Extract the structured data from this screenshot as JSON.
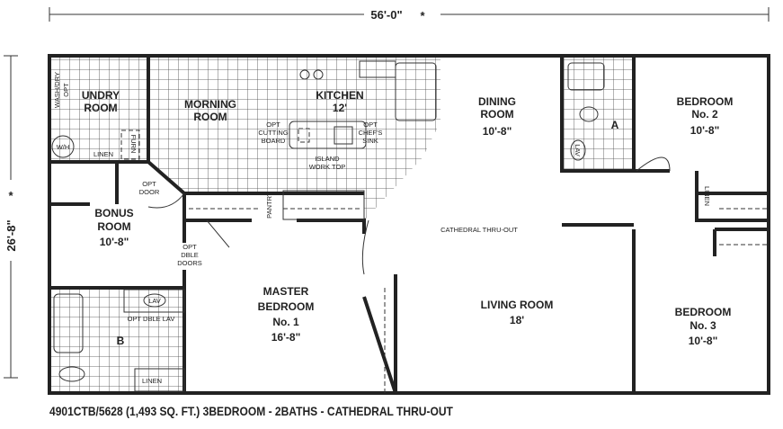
{
  "dimensions": {
    "width": "56'-0\"",
    "depth": "26'-8\"",
    "marker": "*"
  },
  "rooms": {
    "laundry": {
      "name": "UNDRY",
      "name2": "ROOM",
      "washer": "WASH/DRY",
      "washer2": "OPT",
      "wh": "W/H",
      "linen": "LINEN",
      "furn": "FURN"
    },
    "morning": {
      "name": "MORNING",
      "name2": "ROOM"
    },
    "kitchen": {
      "name": "KITCHEN",
      "size": "12'",
      "cutting": [
        "OPT",
        "CUTTING",
        "BOARD"
      ],
      "sink": [
        "OPT",
        "CHEF'S",
        "SINK"
      ],
      "island": [
        "ISLAND",
        "WORK TOP"
      ],
      "pantry": "PANTRY"
    },
    "dining": {
      "name": "DINING",
      "name2": "ROOM",
      "size": "10'-8\""
    },
    "bath_a": {
      "name": "A",
      "lav": "LAV"
    },
    "bedroom2": {
      "name": "BEDROOM",
      "num": "No. 2",
      "size": "10'-8\"",
      "linen": "LINEN"
    },
    "bonus": {
      "name": "BONUS",
      "name2": "ROOM",
      "size": "10'-8\"",
      "opt_door": [
        "OPT",
        "DOOR"
      ],
      "dble_doors": [
        "OPT",
        "DBLE",
        "DOORS"
      ]
    },
    "cathedral": "CATHEDRAL THRU-OUT",
    "master": {
      "name": "MASTER",
      "name2": "BEDROOM",
      "num": "No. 1",
      "size": "16'-8\""
    },
    "living": {
      "name": "LIVING ROOM",
      "size": "18'"
    },
    "bedroom3": {
      "name": "BEDROOM",
      "num": "No. 3",
      "size": "10'-8\""
    },
    "bath_b": {
      "name": "B",
      "lav": "LAV",
      "opt_lav": "OPT DBLE LAV",
      "linen": "LINEN"
    }
  },
  "caption": "4901CTB/5628 (1,493 SQ. FT.) 3BEDROOM - 2BATHS - CATHEDRAL THRU-OUT"
}
